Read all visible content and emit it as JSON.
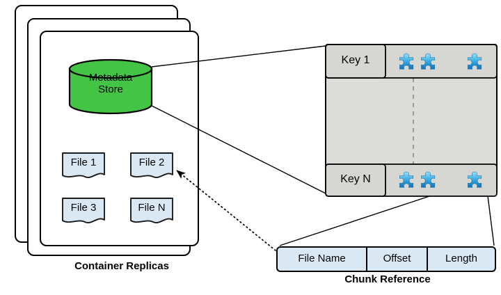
{
  "diagram": {
    "title_left": "Container Replicas",
    "title_right": "Chunk Reference",
    "metadata_store": {
      "label_line1": "Metadata",
      "label_line2": "Store",
      "fill_color": "#44c444",
      "stroke_color": "#000000"
    },
    "files": [
      {
        "label": "File 1"
      },
      {
        "label": "File 2"
      },
      {
        "label": "File 3"
      },
      {
        "label": "File N"
      }
    ],
    "file_icon": {
      "fill_color": "#dae8f4",
      "stroke_color": "#1a1a1a"
    },
    "container_replicas": {
      "count": 3,
      "fill_color": "#ffffff",
      "stroke_color": "#000000"
    },
    "key_table": {
      "panel_fill": "#dcdcd8",
      "panel_stroke": "#000000",
      "divider_style": "dashed",
      "rows": [
        {
          "key_label": "Key 1",
          "chunks": [
            "puzzle-piece-icon",
            "puzzle-piece-icon",
            "puzzle-piece-icon"
          ]
        },
        {
          "key_label": "Key N",
          "chunks": [
            "puzzle-piece-icon",
            "puzzle-piece-icon",
            "puzzle-piece-icon"
          ]
        }
      ],
      "chunk_icon_colors": {
        "top": "#7fd4f4",
        "bottom": "#1878bc"
      }
    },
    "chunk_reference": {
      "fill_color": "#dae8f4",
      "stroke_color": "#000000",
      "cells": [
        {
          "label": "File Name"
        },
        {
          "label": "Offset"
        },
        {
          "label": "Length"
        }
      ]
    },
    "connectors": [
      {
        "name": "metadata-store-to-key-table-top",
        "style": "solid"
      },
      {
        "name": "metadata-store-to-key-table-bottom",
        "style": "solid"
      },
      {
        "name": "chunk-to-chunk-reference-left",
        "style": "solid"
      },
      {
        "name": "chunk-to-chunk-reference-right",
        "style": "solid"
      },
      {
        "name": "chunk-reference-to-file2",
        "style": "dotted",
        "arrowhead": true
      }
    ]
  }
}
